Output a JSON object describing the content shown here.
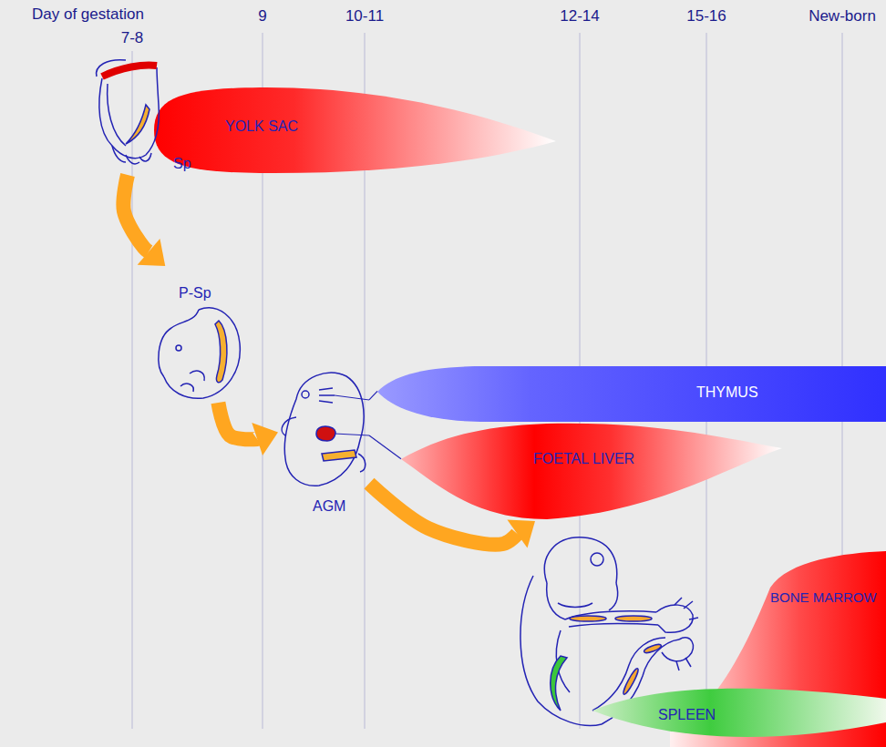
{
  "diagram": {
    "nodes": [
      {
        "text": [
          "YOLK SAC"
        ]
      },
      {
        "text": [
          "Sp"
        ]
      },
      {
        "text": [
          "P-Sp"
        ]
      },
      {
        "text": [
          "THYMUS"
        ]
      },
      {
        "text": [
          "AGM"
        ]
      },
      {
        "text": [
          "FOETAL LIVER"
        ]
      },
      {
        "text": [
          "BONE MARROW"
        ]
      },
      {
        "text": [
          "SPLEEN"
        ]
      }
    ],
    "edges": [
      {
        "from": 1,
        "to": 2,
        "arrow": "to"
      },
      {
        "from": 2,
        "to": 4,
        "arrow": "to"
      },
      {
        "from": 4,
        "to": 5,
        "arrow": "to"
      },
      {
        "from": 4,
        "to": 3,
        "arrow": "none"
      },
      {
        "from": 4,
        "to": 5,
        "arrow": "none"
      }
    ],
    "labels": [
      "Day of gestation",
      "7-8",
      "9",
      "10-11",
      "12-14",
      "15-16",
      "New-born"
    ]
  }
}
